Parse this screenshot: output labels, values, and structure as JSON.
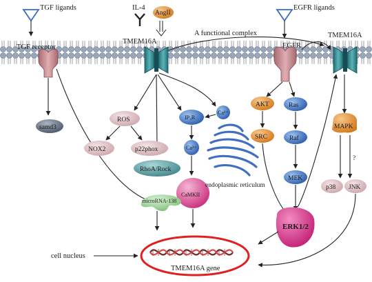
{
  "labels": {
    "tgf_ligands": "TGF ligands",
    "il4": "IL-4",
    "angii": "AngII",
    "egfr_ligands": "EGFR ligands",
    "tgf_receptor": "TGF receptor",
    "tmem16a_left": "TMEM16A",
    "functional_complex": "A functional complex",
    "egfr": "EGFR",
    "tmem16a_right": "TMEM16A",
    "samd3": "samd3",
    "ros": "ROS",
    "nox2": "NOX2",
    "p22phox": "p22phox",
    "rhoa_rock": "RhoA/Rock",
    "ip3r": "IP₃R",
    "ca_er": "Ca²⁺",
    "ca_cyto": "Ca²⁺",
    "camkii": "CaMKII",
    "endoplasmic_reticulum": "endoplasmic reticulum",
    "akt": "AKT",
    "src": "SRC",
    "ras": "Ras",
    "raf": "Raf",
    "mek": "MEK",
    "erk12": "ERK1/2",
    "mapk": "MAPK",
    "question": "?",
    "p38": "p38",
    "jnk": "JNK",
    "microrna": "microRNA-138",
    "cell_nucleus": "cell nucleus",
    "gene": "TMEM16A gene"
  },
  "colors": {
    "membrane_head": "#9aa7bb",
    "channel": "#2f8e95",
    "receptor": "#c98a8e",
    "egfr": "#b77f86",
    "ros_node": "#e6c8cc",
    "rhoa_node": "#5f9ea4",
    "ip3r_node": "#4f86c6",
    "ca_node": "#3f6fc0",
    "camkii_node": "#e07bb0",
    "erk_node": "#e0509a",
    "mapk_node": "#e59a3c",
    "akt_node": "#ef9a5e",
    "ras_node": "#5680b8",
    "mirna_node": "#9fd49b",
    "samd3_node": "#5e6b7d",
    "nucleus_ring": "#e02020",
    "dna_red": "#d24a4a",
    "dna_dark": "#6b2a2a",
    "angii_node": "#f0a050"
  }
}
